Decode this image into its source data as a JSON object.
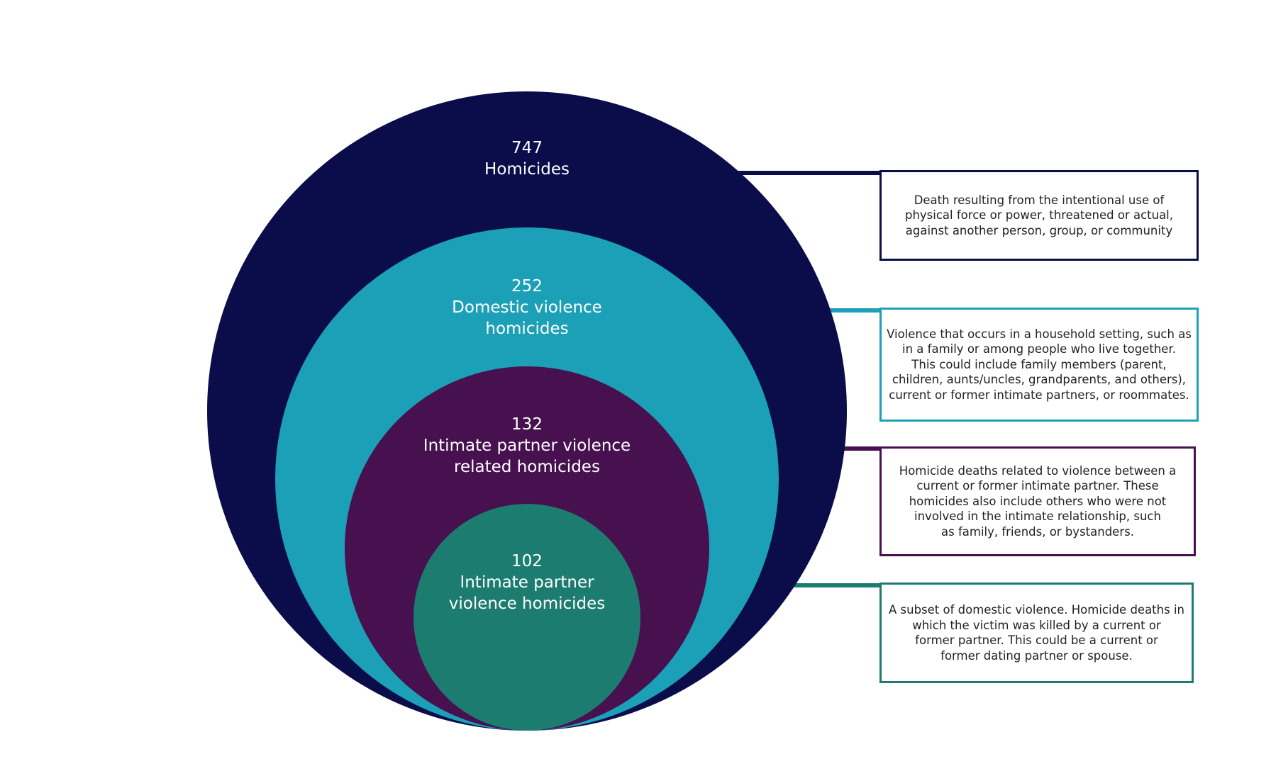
{
  "colors": {
    "homicides": "#0b0d4a",
    "domestic": "#1ba0b7",
    "ipv_related": "#471150",
    "ipv": "#1c7c70",
    "background": "#ffffff"
  },
  "circles": [
    {
      "id": "homicides",
      "count": "747",
      "name": "Homicides",
      "color_key": "homicides",
      "description": "Death resulting from the intentional use of\nphysical force or power, threatened or actual,\nagainst another person, group, or community"
    },
    {
      "id": "domestic",
      "count": "252",
      "name": "Domestic violence\nhomicides",
      "color_key": "domestic",
      "description": "Violence that occurs in a household setting, such as\nin a family or among people who live together.\nThis could include family members (parent,\nchildren, aunts/uncles, grandparents, and others),\ncurrent or former intimate partners, or roommates."
    },
    {
      "id": "ipv_related",
      "count": "132",
      "name": "Intimate partner violence\nrelated homicides",
      "color_key": "ipv_related",
      "description": "Homicide deaths related to violence between a\ncurrent or former intimate partner. These\nhomicides also include others who were not\ninvolved in the intimate relationship, such\nas family, friends, or bystanders."
    },
    {
      "id": "ipv",
      "count": "102",
      "name": "Intimate partner\nviolence homicides",
      "color_key": "ipv",
      "description": "A subset of domestic violence. Homicide deaths in\nwhich the victim was killed by a current or\nformer partner. This could be a current or\nformer dating partner or spouse."
    }
  ]
}
